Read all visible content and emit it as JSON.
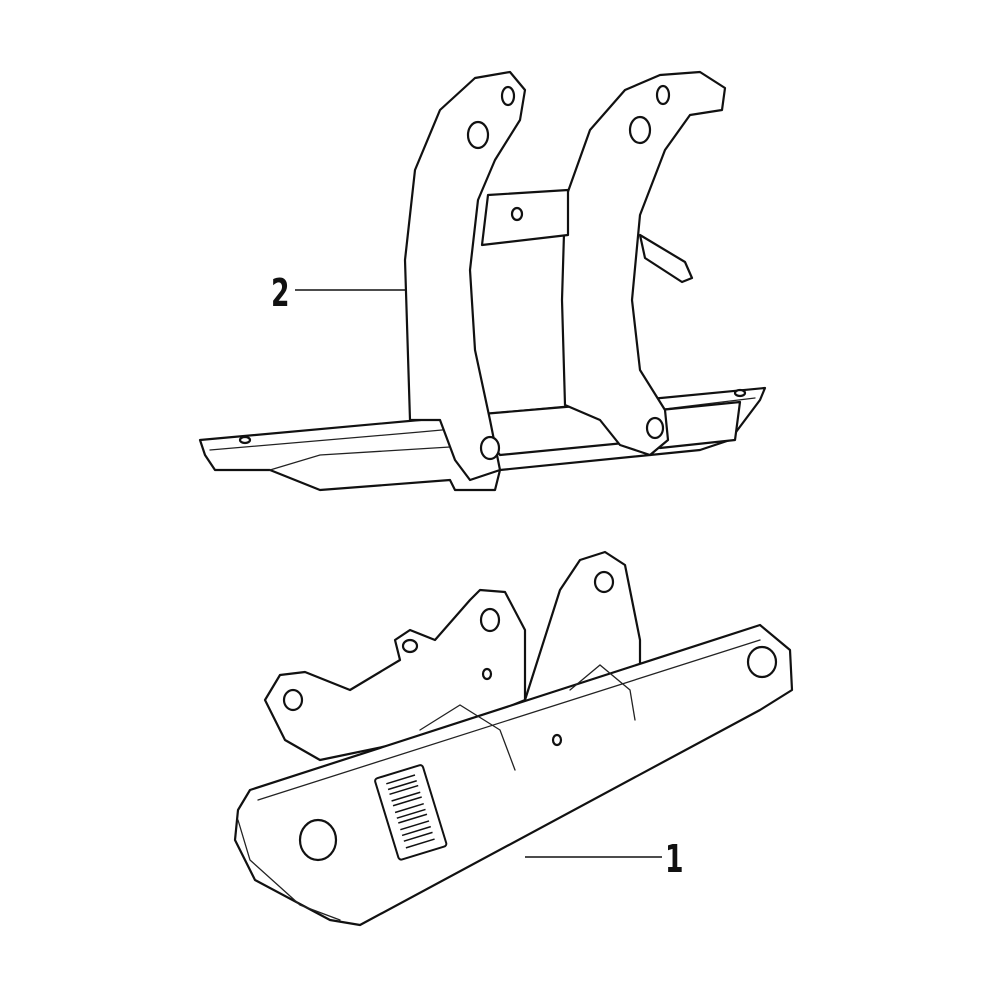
{
  "diagram": {
    "type": "exploded-parts-view",
    "callouts": [
      {
        "number": "1",
        "part": "lower-mounting-bracket"
      },
      {
        "number": "2",
        "part": "upper-frame-bracket"
      }
    ]
  }
}
